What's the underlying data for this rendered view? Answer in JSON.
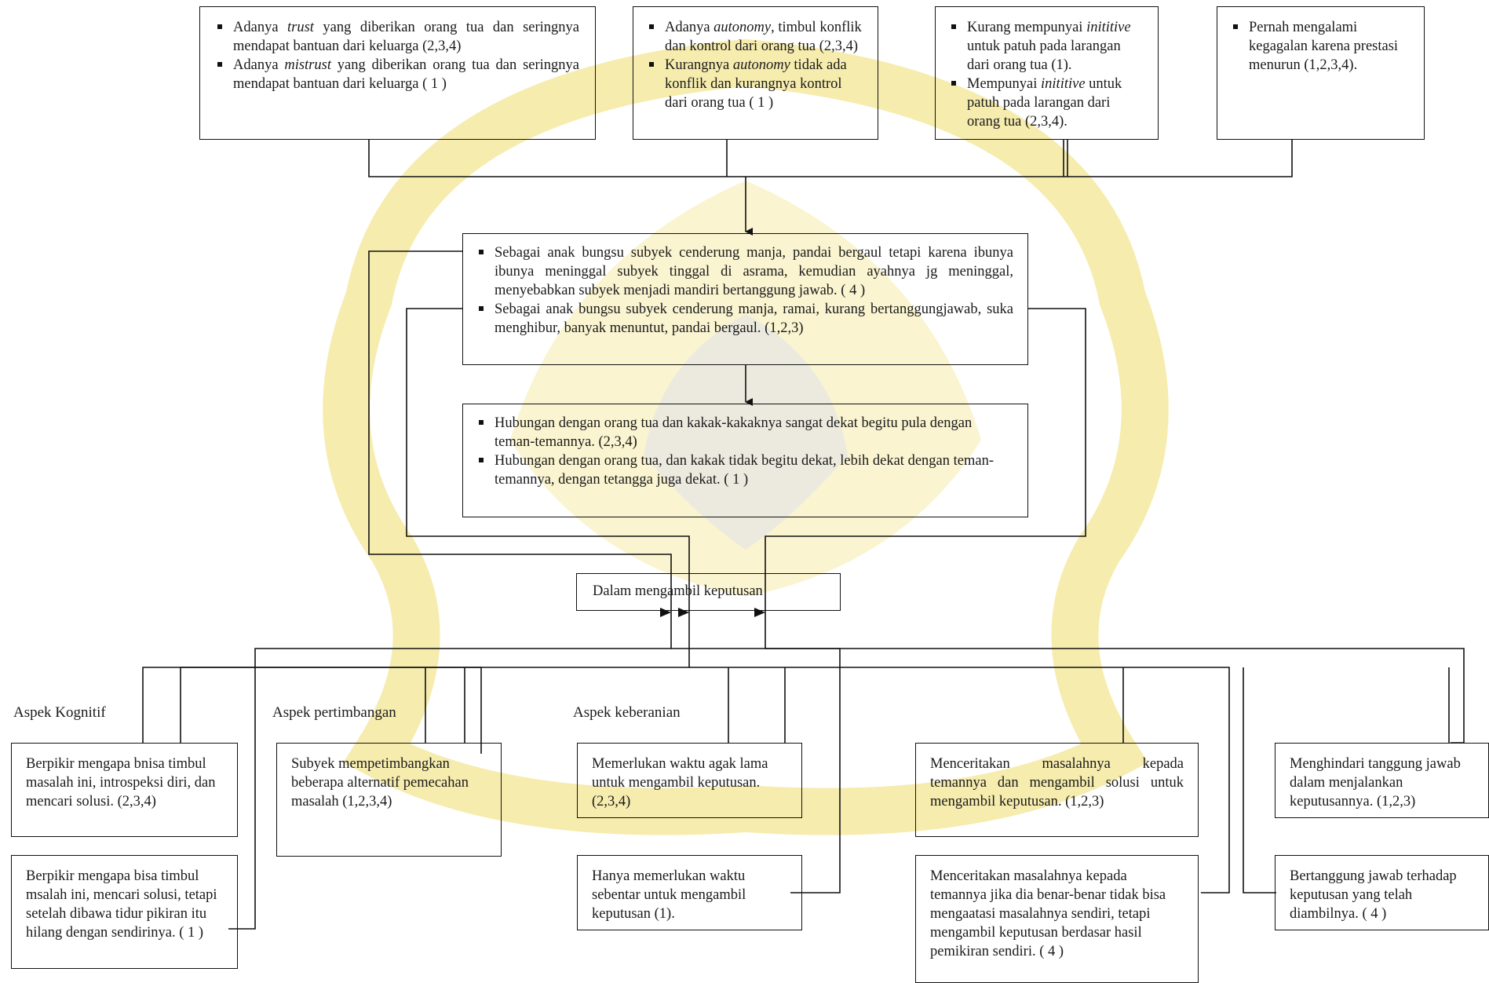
{
  "colors": {
    "watermark": "#f5e9a0",
    "line": "#111111",
    "text": "#1a1a1a"
  },
  "top": {
    "trust": [
      {
        "segments": [
          {
            "t": "Adanya "
          },
          {
            "t": "trust",
            "i": true
          },
          {
            "t": " yang diberikan orang tua dan seringnya mendapat bantuan dari keluarga (2,3,4)"
          }
        ]
      },
      {
        "segments": [
          {
            "t": "Adanya "
          },
          {
            "t": "mistrust",
            "i": true
          },
          {
            "t": " yang diberikan orang tua dan seringnya mendapat bantuan dari keluarga ( 1 )"
          }
        ]
      }
    ],
    "autonomy": [
      {
        "segments": [
          {
            "t": "Adanya "
          },
          {
            "t": "autonomy",
            "i": true
          },
          {
            "t": ", timbul konflik dan kontrol dari orang tua (2,3,4)"
          }
        ]
      },
      {
        "segments": [
          {
            "t": "Kurangnya "
          },
          {
            "t": "autonomy",
            "i": true
          },
          {
            "t": " tidak ada konflik dan kurangnya kontrol dari orang tua ( 1 )"
          }
        ]
      }
    ],
    "initiative": [
      {
        "segments": [
          {
            "t": "Kurang mempunyai "
          },
          {
            "t": "inititive",
            "i": true
          },
          {
            "t": " untuk patuh pada larangan dari orang tua (1)."
          }
        ]
      },
      {
        "segments": [
          {
            "t": "Mempunyai "
          },
          {
            "t": "inititive",
            "i": true
          },
          {
            "t": " untuk patuh pada larangan dari orang tua (2,3,4)."
          }
        ]
      }
    ],
    "failure": [
      {
        "segments": [
          {
            "t": "Pernah mengalami kegagalan karena prestasi menurun (1,2,3,4)."
          }
        ]
      }
    ]
  },
  "middle": {
    "bungsu": [
      {
        "segments": [
          {
            "t": "Sebagai anak bungsu subyek cenderung manja, pandai bergaul tetapi karena ibunya ibunya meninggal subyek tinggal di asrama, kemudian ayahnya jg meninggal, menyebabkan subyek menjadi mandiri bertanggung jawab. ( 4 )"
          }
        ]
      },
      {
        "segments": [
          {
            "t": "Sebagai anak bungsu subyek cenderung manja, ramai, kurang bertanggungjawab, suka menghibur, banyak menuntut, pandai bergaul. (1,2,3)"
          }
        ]
      }
    ],
    "hubungan": [
      {
        "segments": [
          {
            "t": "Hubungan dengan orang tua dan kakak-kakaknya sangat dekat begitu pula dengan teman-temannya. (2,3,4)"
          }
        ]
      },
      {
        "segments": [
          {
            "t": "Hubungan dengan orang tua, dan kakak tidak begitu dekat, lebih dekat dengan teman-temannya, dengan tetangga juga dekat. ( 1 )"
          }
        ]
      }
    ],
    "center": "Dalam mengambil keputusan"
  },
  "aspects": {
    "kognitif": "Aspek Kognitif",
    "pertimbangan": "Aspek pertimbangan",
    "keberanian": "Aspek keberanian"
  },
  "bottom": {
    "kognitif_a": "Berpikir mengapa bnisa timbul masalah ini, introspeksi diri, dan mencari solusi. (2,3,4)",
    "kognitif_b": "Berpikir mengapa bisa timbul msalah ini, mencari solusi, tetapi setelah dibawa tidur pikiran itu hilang dengan sendirinya. ( 1 )",
    "pertimbangan": "Subyek mempetimbangkan beberapa alternatif pemecahan masalah (1,2,3,4)",
    "waktu_lama": "Memerlukan waktu agak lama untuk mengambil keputusan. (2,3,4)",
    "waktu_sebentar": "Hanya memerlukan waktu sebentar untuk mengambil keputusan (1).",
    "cerita_a": "Menceritakan masalahnya kepada temannya dan mengambil solusi untuk mengambil keputusan. (1,2,3)",
    "cerita_b": "Menceritakan masalahnya kepada temannya jika dia benar-benar tidak bisa mengaatasi masalahnya sendiri, tetapi mengambil keputusan berdasar hasil pemikiran sendiri. ( 4 )",
    "tanggung_a": "Menghindari tanggung jawab dalam menjalankan keputusannya. (1,2,3)",
    "tanggung_b": "Bertanggung jawab terhadap keputusan yang telah diambilnya. ( 4 )"
  }
}
